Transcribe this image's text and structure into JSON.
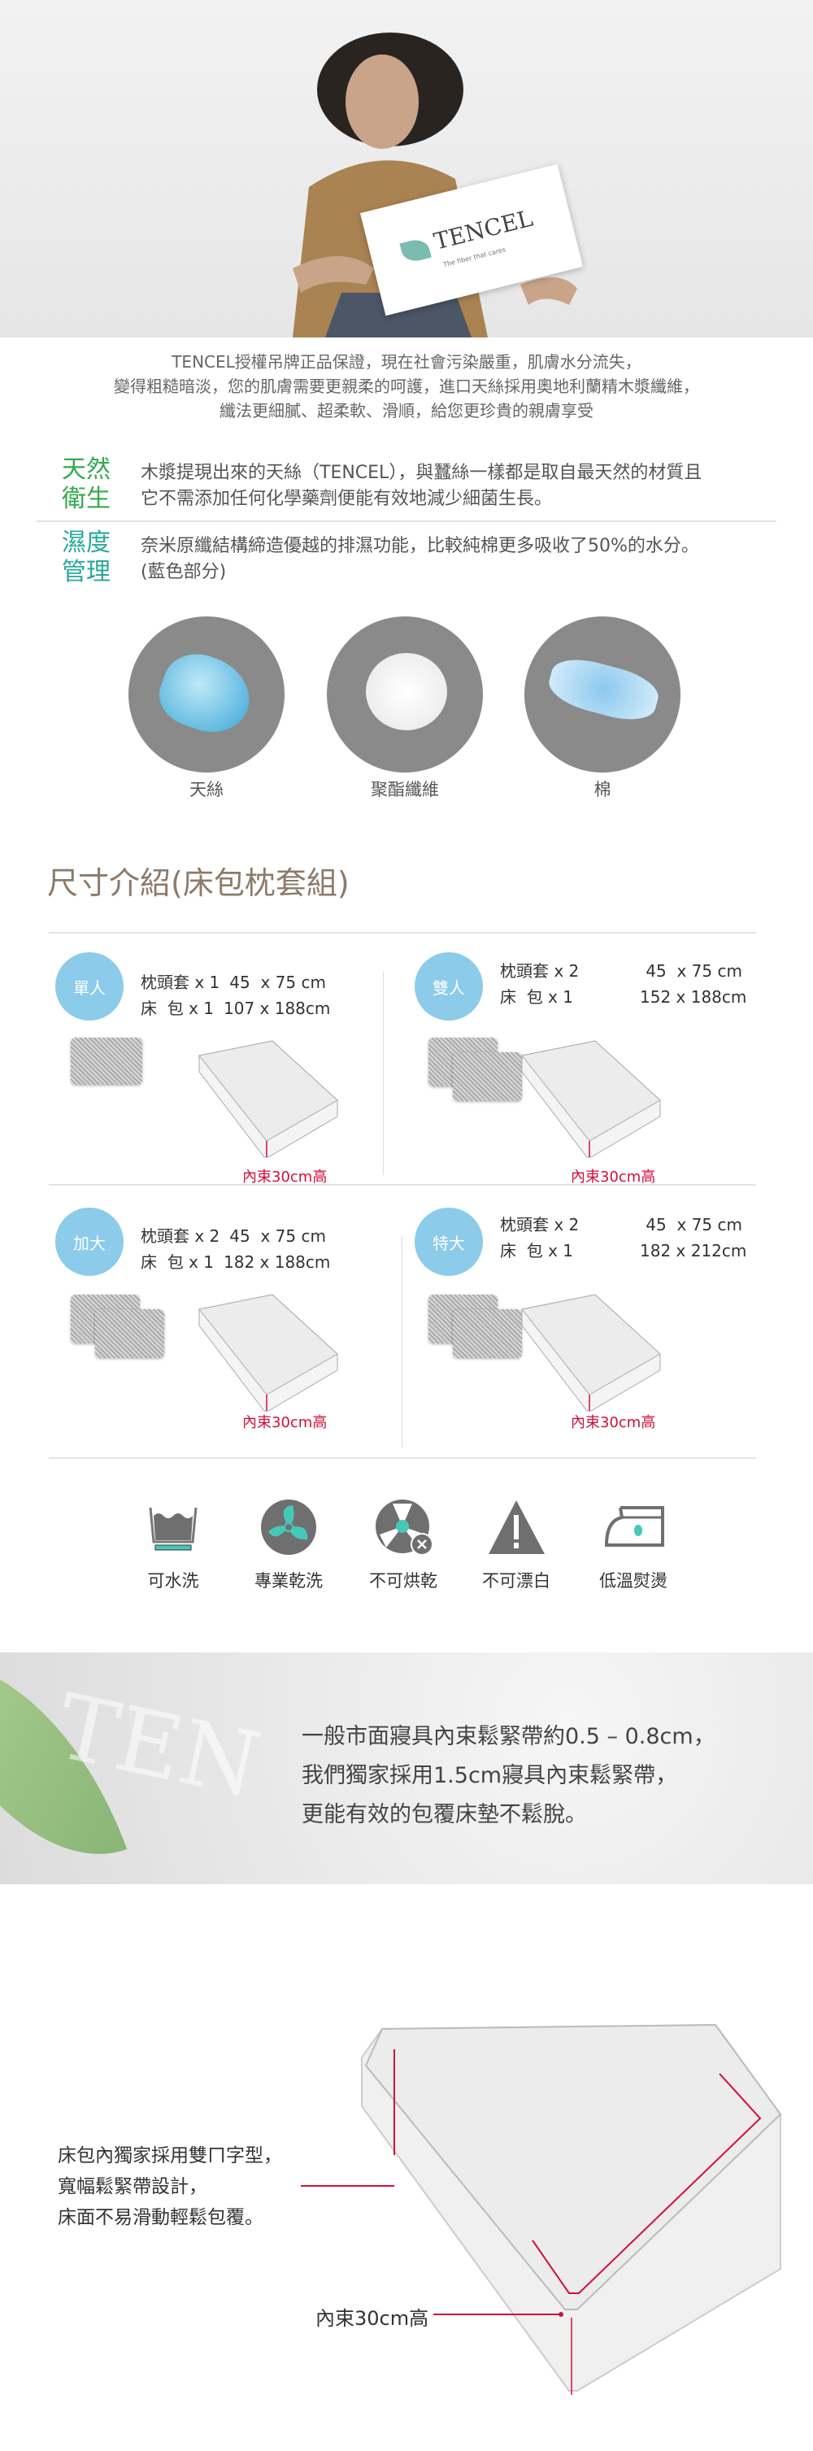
{
  "hero": {
    "card_brand": "TENCEL",
    "card_tagline": "The fiber that cares"
  },
  "intro": [
    "TENCEL授權吊牌正品保證，現在社會污染嚴重，肌膚水分流失，",
    "變得粗糙暗淡，您的肌膚需要更親柔的呵護，進口天絲採用奧地利蘭精木漿纖維，",
    "纖法更細膩、超柔軟、滑順，給您更珍貴的親膚享受"
  ],
  "features": [
    {
      "heading": [
        "天然",
        "衛生"
      ],
      "text": [
        "木漿提現出來的天絲（TENCEL），與蠶絲一樣都是取自最天然的材質且",
        "它不需添加任何化學藥劑便能有效地減少細菌生長。"
      ],
      "color": "#35a94c"
    },
    {
      "heading": [
        "濕度",
        "管理"
      ],
      "text": [
        "奈米原纖結構締造優越的排濕功能，比較純棉更多吸收了50%的水分。",
        "(藍色部分)"
      ],
      "color": "#28a99c"
    }
  ],
  "materials": [
    "天絲",
    "聚酯纖維",
    "棉"
  ],
  "size_section": {
    "title": "尺寸介紹(床包枕套組)",
    "sizes": [
      {
        "badge": "單人",
        "pillow": "枕頭套 x 1",
        "pillow_size": "45  x 75 cm",
        "sheet": "床  包 x 1",
        "sheet_size": "107 x 188cm",
        "pillows": 1,
        "note": "內束30cm高"
      },
      {
        "badge": "雙人",
        "pillow": "枕頭套 x 2",
        "pillow_size": "45  x 75 cm",
        "sheet": "床  包 x 1",
        "sheet_size": "152 x 188cm",
        "pillows": 2,
        "note": "內束30cm高"
      },
      {
        "badge": "加大",
        "pillow": "枕頭套 x 2",
        "pillow_size": "45  x 75 cm",
        "sheet": "床  包 x 1",
        "sheet_size": "182 x 188cm",
        "pillows": 2,
        "note": "內束30cm高"
      },
      {
        "badge": "特大",
        "pillow": "枕頭套 x 2",
        "pillow_size": "45  x 75 cm",
        "sheet": "床  包 x 1",
        "sheet_size": "182 x 212cm",
        "pillows": 2,
        "note": "內束30cm高"
      }
    ]
  },
  "care": [
    {
      "icon": "wash-basin-icon",
      "label": "可水洗"
    },
    {
      "icon": "dry-clean-fan-icon",
      "label": "專業乾洗"
    },
    {
      "icon": "no-tumble-dry-icon",
      "label": "不可烘乾"
    },
    {
      "icon": "no-bleach-warning-icon",
      "label": "不可漂白"
    },
    {
      "icon": "low-temp-iron-icon",
      "label": "低溫熨燙"
    }
  ],
  "banner": {
    "lines": [
      "一般市面寢具內束鬆緊帶約0.5 – 0.8cm，",
      "我們獨家採用1.5cm寢具內束鬆緊帶，",
      "更能有效的包覆床墊不鬆脫。"
    ],
    "watermark": "TEN"
  },
  "diagram": {
    "lines": [
      "床包內獨家採用雙ㄇ字型，",
      "寬幅鬆緊帶設計，",
      "床面不易滑動輕鬆包覆。"
    ],
    "height_label": "內束30cm高"
  },
  "colors": {
    "accent_red": "#d0103a",
    "badge_blue": "#8ccbea",
    "teal": "#45c8b8",
    "title_brown": "#8c7b6b"
  }
}
